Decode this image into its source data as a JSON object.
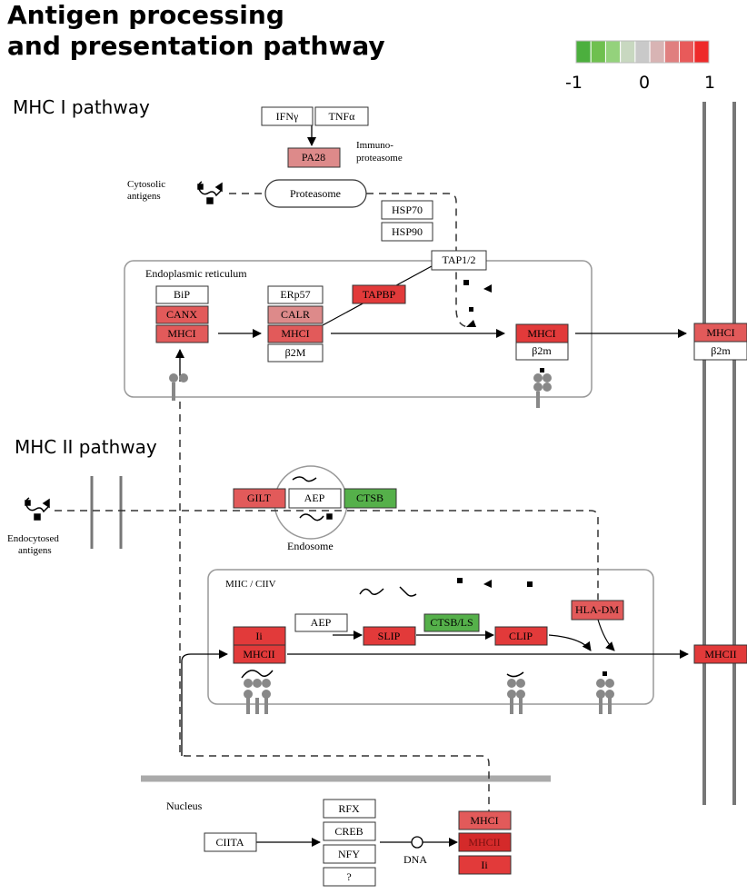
{
  "title_line1": "Antigen processing",
  "title_line2": "and presentation pathway",
  "sections": {
    "mhc1": "MHC I pathway",
    "mhc2": "MHC II pathway"
  },
  "scale": {
    "min_label": "-1",
    "mid_label": "0",
    "max_label": "1",
    "colors": [
      "#4caf3e",
      "#6fc04f",
      "#94d27c",
      "#c8d8c0",
      "#c9c9c9",
      "#d8b4b4",
      "#e07f7f",
      "#e85a5a",
      "#ee2a2a"
    ]
  },
  "colors": {
    "red": "#e23a3a",
    "pink": "#dd8a8a",
    "lightred": "#e25a5a",
    "green": "#55b04a",
    "white": "#ffffff"
  },
  "labels": {
    "ifny": "IFNγ",
    "tnfa": "TNFα",
    "pa28": "PA28",
    "immuno1": "Immuno-",
    "immuno2": "proteasome",
    "cyto1": "Cytosolic",
    "cyto2": "antigens",
    "proteasome": "Proteasome",
    "hsp70": "HSP70",
    "hsp90": "HSP90",
    "tap": "TAP1/2",
    "er": "Endoplasmic reticulum",
    "bip": "BiP",
    "canx": "CANX",
    "mhci": "MHCI",
    "erp57": "ERp57",
    "calr": "CALR",
    "b2m": "β2M",
    "tapbp": "TAPBP",
    "b2m_small": "β2m",
    "endo1": "Endocytosed",
    "endo2": "antigens",
    "gilt": "GILT",
    "aep": "AEP",
    "ctsb": "CTSB",
    "endosome": "Endosome",
    "miic": "MIIC / CIIV",
    "ii": "Ii",
    "mhcii": "MHCII",
    "slip": "SLIP",
    "ctsbls": "CTSB/LS",
    "clip": "CLIP",
    "hladm": "HLA-DM",
    "nucleus": "Nucleus",
    "ciita": "CIITA",
    "rfx": "RFX",
    "creb": "CREB",
    "nfy": "NFY",
    "q": "?",
    "dna": "DNA"
  }
}
